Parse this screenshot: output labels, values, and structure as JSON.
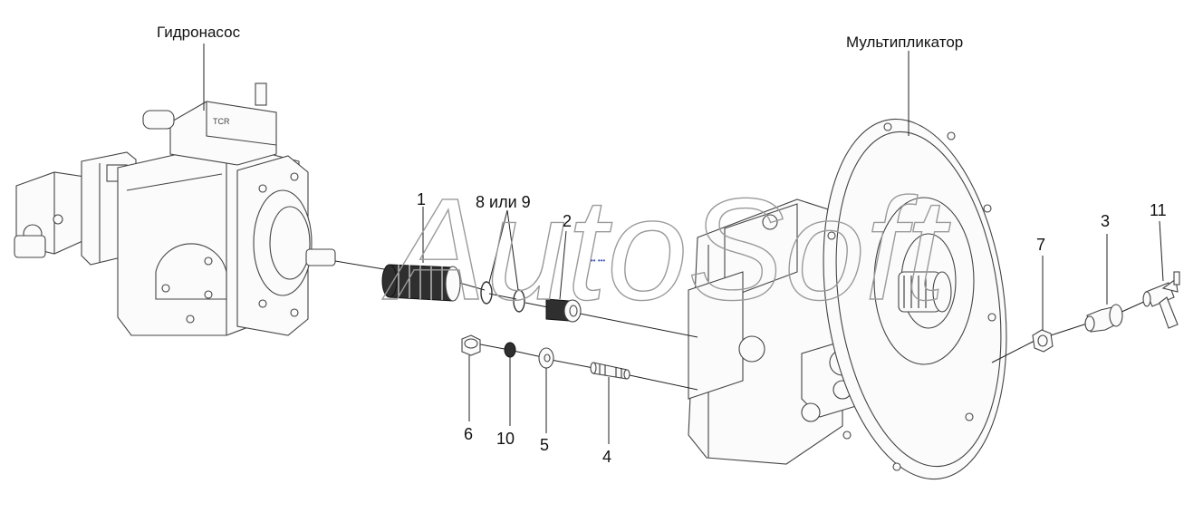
{
  "title_left": "Гидронасос",
  "title_right": "Мультипликатор",
  "watermark": "AutoSoft",
  "callouts": {
    "p1": "1",
    "p2": "2",
    "p3": "3",
    "p4": "4",
    "p5": "5",
    "p6": "6",
    "p7": "7",
    "p8_9": "8 или 9",
    "p10": "10",
    "p11": "11"
  }
}
